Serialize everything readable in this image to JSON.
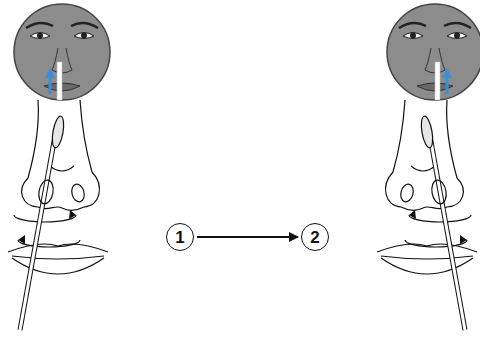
{
  "diagram": {
    "nodes": [
      {
        "text": [
          "1"
        ]
      },
      {
        "text": [
          "2"
        ]
      }
    ],
    "edges": [
      {
        "from": 0,
        "to": 1,
        "arrow": "to"
      }
    ]
  }
}
